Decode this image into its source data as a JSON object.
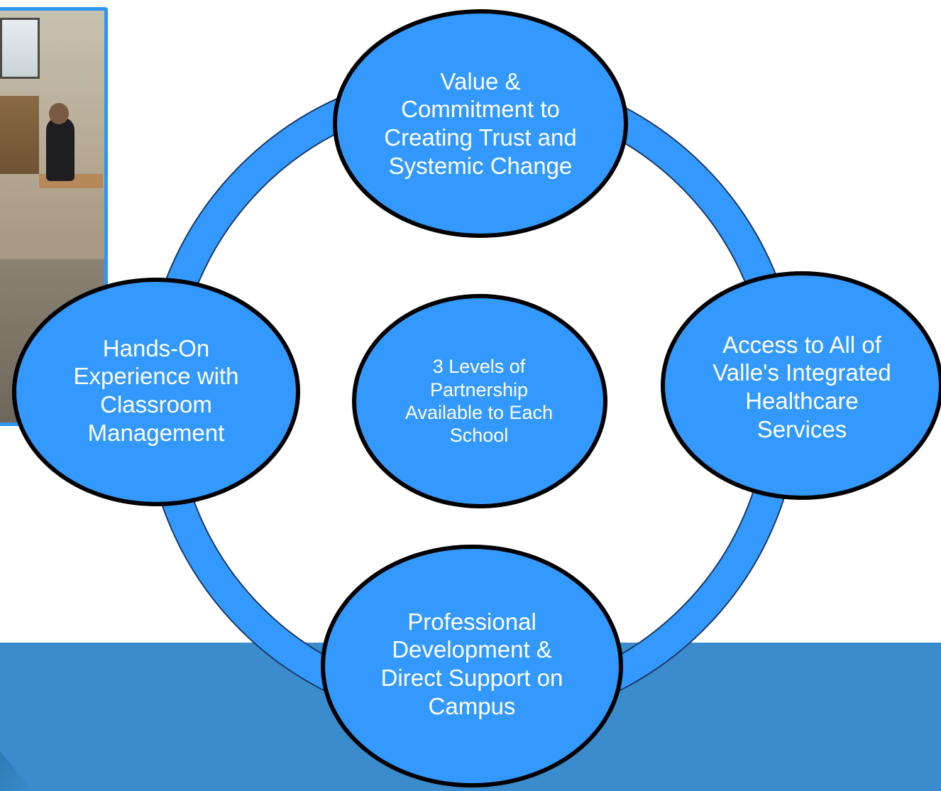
{
  "slide": {
    "colors": {
      "node_fill": "#3399ff",
      "node_stroke": "#000000",
      "ring_fill": "#3399ff",
      "ring_stroke": "#1a3a66",
      "band": "#3a8ccc",
      "photo_border": "#2e96f0"
    }
  },
  "diagram": {
    "center": {
      "text": "3 Levels of\nPartnership\nAvailable to Each\nSchool"
    },
    "nodes": [
      {
        "id": "top",
        "text": "Value &\nCommitment to\nCreating Trust and\nSystemic Change"
      },
      {
        "id": "right",
        "text": "Access to All of\nValle's Integrated\nHealthcare\nServices"
      },
      {
        "id": "bottom",
        "text": "Professional\nDevelopment &\nDirect Support on\nCampus"
      },
      {
        "id": "left",
        "text": "Hands-On\nExperience with\nClassroom\nManagement"
      }
    ]
  }
}
